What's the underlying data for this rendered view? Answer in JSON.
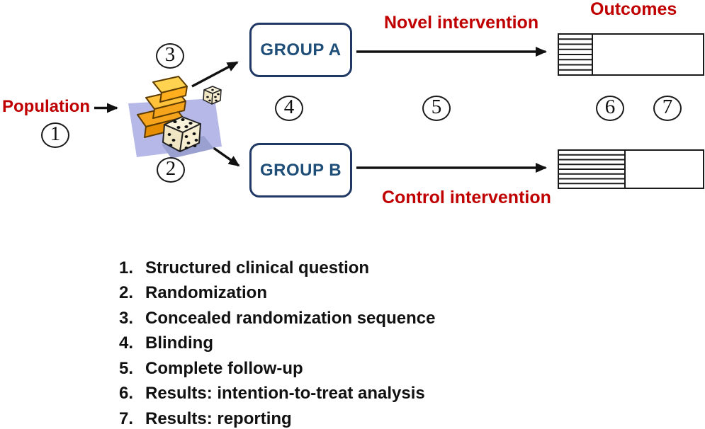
{
  "flow": {
    "population_label": "Population",
    "group_a_label": "GROUP A",
    "group_b_label": "GROUP B",
    "novel_intervention_label": "Novel intervention",
    "control_intervention_label": "Control intervention",
    "outcomes_label": "Outcomes",
    "markers": [
      {
        "value": "1"
      },
      {
        "value": "2"
      },
      {
        "value": "3"
      },
      {
        "value": "4"
      },
      {
        "value": "5"
      },
      {
        "value": "6"
      },
      {
        "value": "7"
      }
    ]
  },
  "legend": {
    "items": [
      {
        "num": "1.",
        "text": "Structured clinical question"
      },
      {
        "num": "2.",
        "text": "Randomization"
      },
      {
        "num": "3.",
        "text": "Concealed randomization sequence"
      },
      {
        "num": "4.",
        "text": "Blinding"
      },
      {
        "num": "5.",
        "text": "Complete follow-up"
      },
      {
        "num": "6.",
        "text": "Results: intention-to-treat analysis"
      },
      {
        "num": "7.",
        "text": "Results: reporting"
      }
    ]
  },
  "colors": {
    "label_red": "#C00000",
    "box_border_navy": "#1F3864",
    "box_text_navy": "#1F4E79",
    "line_black": "#111111"
  }
}
